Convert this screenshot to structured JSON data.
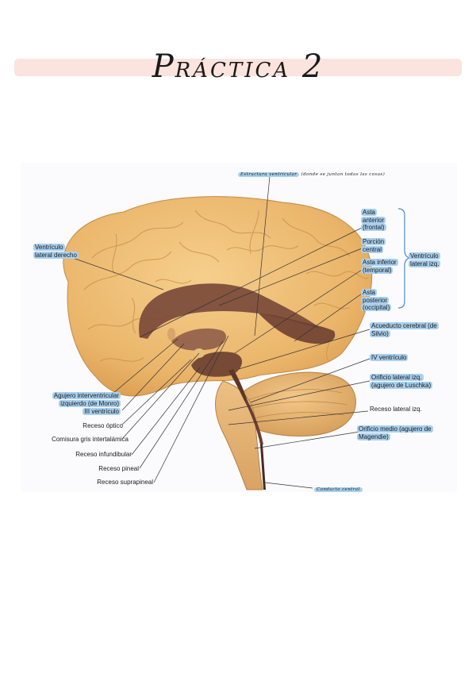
{
  "page": {
    "title_first": "P",
    "title_rest": "RÁCTICA",
    "title_number": "2"
  },
  "figure": {
    "top_label_main": "Estructura ventricular",
    "top_label_note": "(donde se juntan todas las cosas)",
    "bottom_label": "Conducto central",
    "bracket_label": "Ventrículo lateral izq.",
    "left_labels": {
      "ventriculo_lateral_derecho": "Ventrículo lateral derecho",
      "agujero_interventricular": "Agujero interventricular izquierdo (de Monro)",
      "iii_ventriculo": "III ventrículo",
      "receso_optico": "Receso óptico",
      "comisura_gris": "Comisura gris intertalámica",
      "receso_infundibular": "Receso infundibular",
      "receso_pineal": "Receso pineal",
      "receso_suprapineal": "Receso suprapineal"
    },
    "right_labels": {
      "asta_anterior": "Asta anterior (frontal)",
      "porcion_central": "Porción central",
      "asta_inferior": "Asta inferior (temporal)",
      "asta_posterior": "Asta posterior (occipital)",
      "acueducto": "Acueducto cerebral (de Silvio)",
      "iv_ventriculo": "IV ventrículo",
      "orificio_lateral": "Orificio lateral izq. (agujero de Luschka)",
      "receso_lateral": "Receso lateral izq.",
      "orificio_medio": "Orificio medio (agujero de Magendie)"
    }
  }
}
